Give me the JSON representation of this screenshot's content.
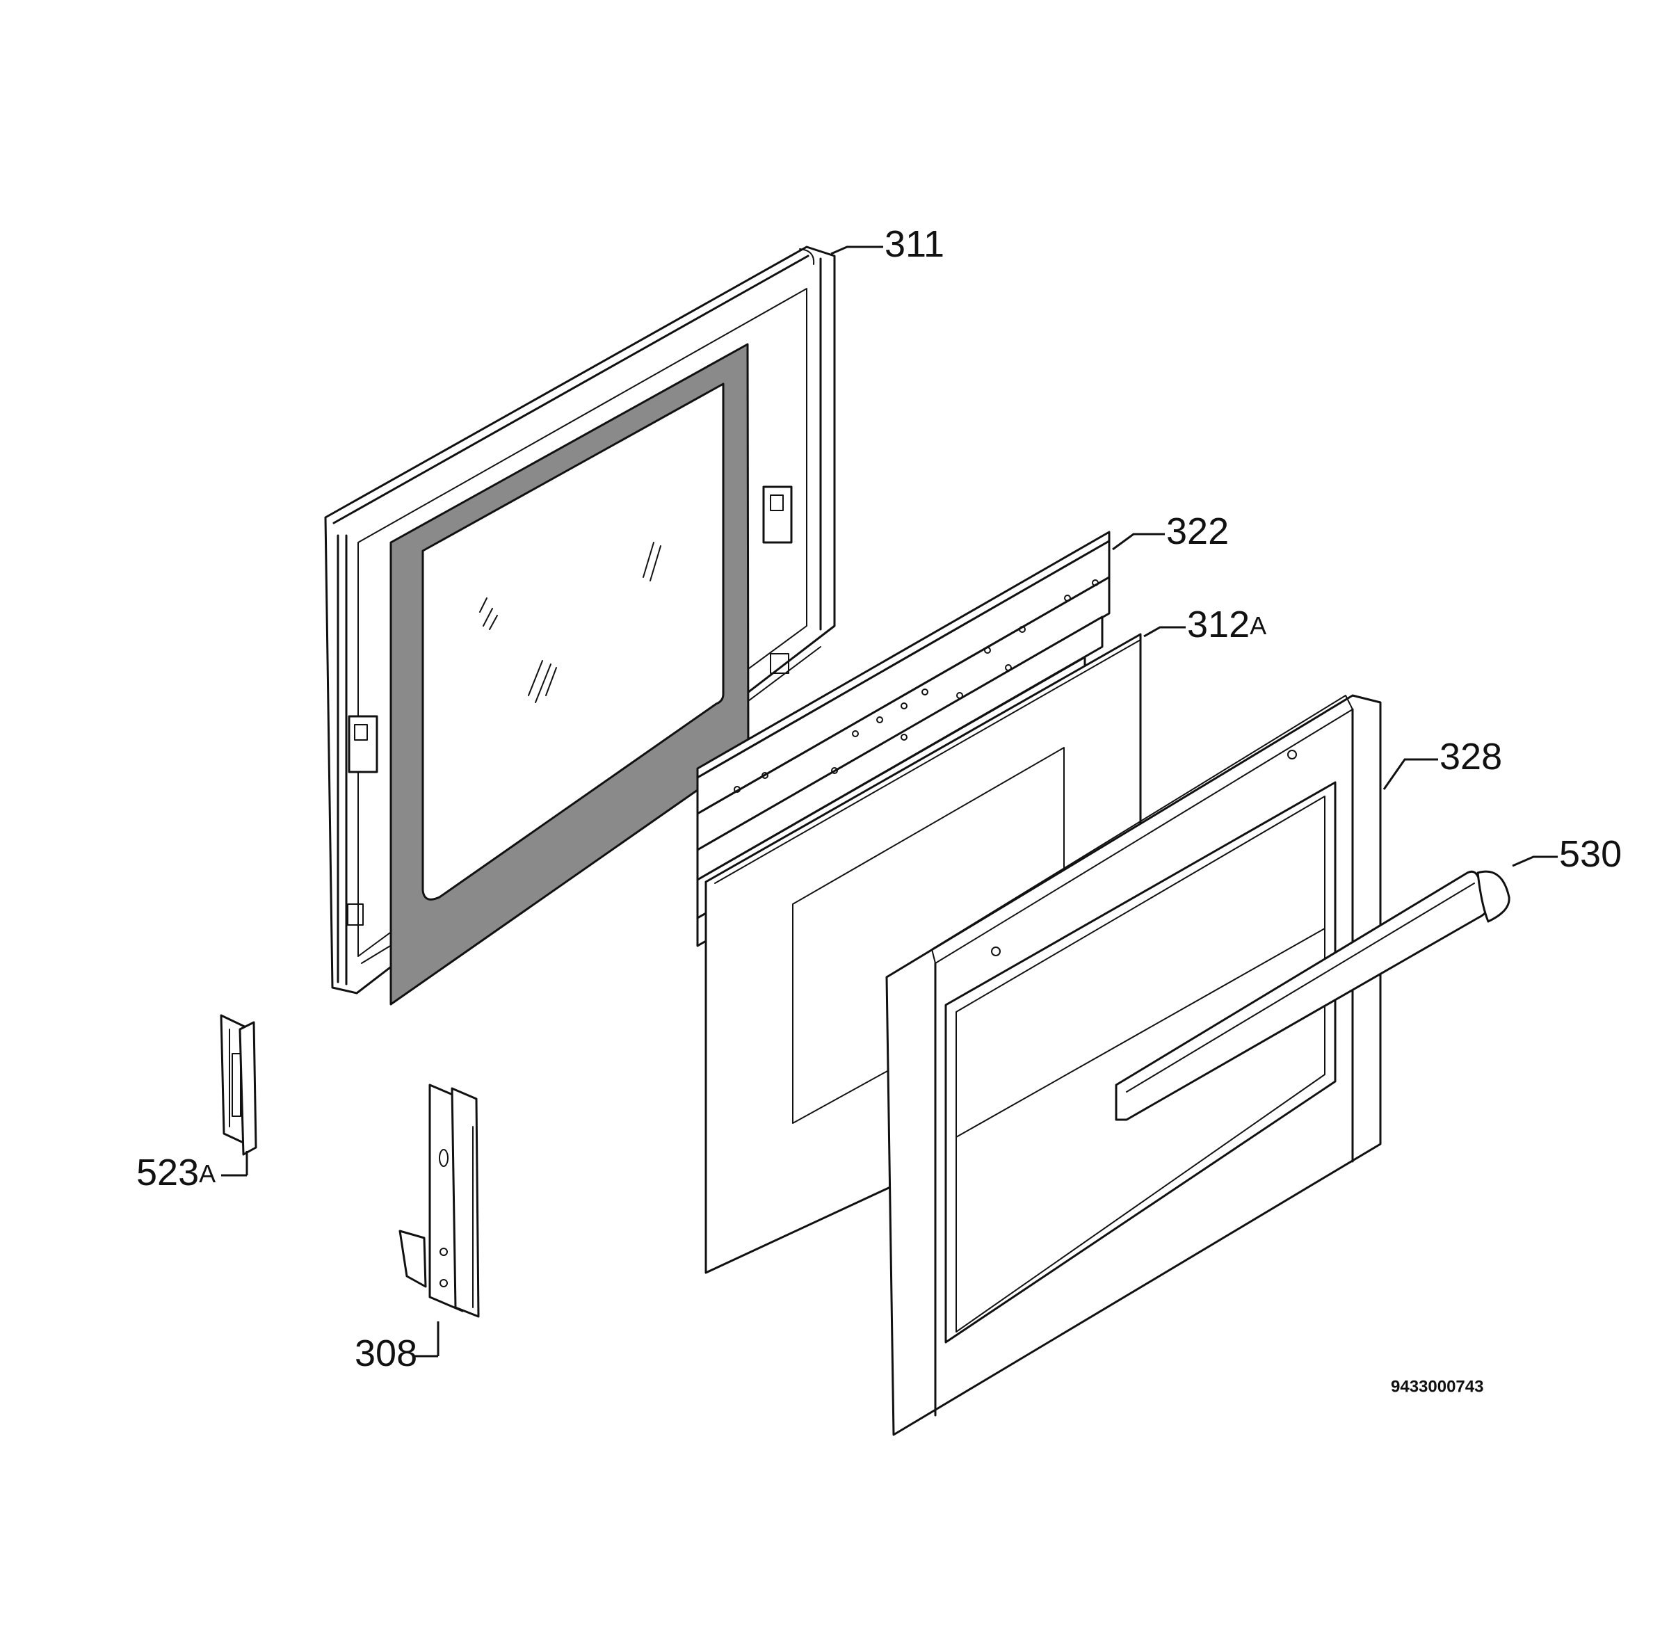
{
  "diagram": {
    "kind": "exploded parts view",
    "colors": {
      "line": "#111111",
      "background": "#ffffff",
      "gasket": "#8a8a8a"
    },
    "parts": [
      {
        "id": "311",
        "number": "311",
        "suffix": ""
      },
      {
        "id": "322",
        "number": "322",
        "suffix": ""
      },
      {
        "id": "312A",
        "number": "312",
        "suffix": "A"
      },
      {
        "id": "328",
        "number": "328",
        "suffix": ""
      },
      {
        "id": "530",
        "number": "530",
        "suffix": ""
      },
      {
        "id": "523A",
        "number": "523",
        "suffix": "A"
      },
      {
        "id": "308",
        "number": "308",
        "suffix": ""
      }
    ],
    "document_number": "9433000743"
  }
}
